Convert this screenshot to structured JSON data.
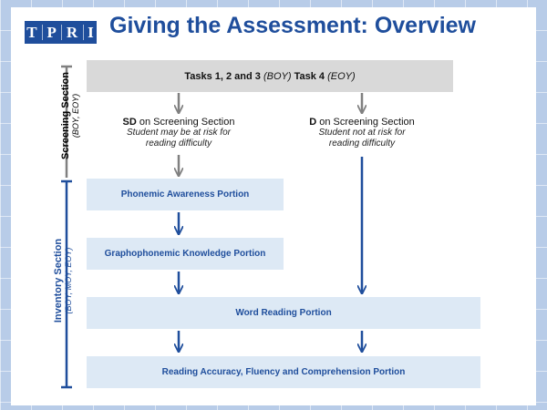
{
  "logo": {
    "letters": [
      "T",
      "P",
      "R",
      "I"
    ]
  },
  "title": "Giving the Assessment: Overview",
  "colors": {
    "accent": "#1f4e9c",
    "gray_arrow": "#808080",
    "blue_box": "#dde9f5",
    "gray_box": "#d9d9d9"
  },
  "screening": {
    "box_bold": "Tasks 1, 2 and 3",
    "box_boy": "(BOY)",
    "box_task4": "Task 4",
    "box_eoy": "(EOY)",
    "label": "Screening Section",
    "note": "(BOY, EOY)"
  },
  "branches": {
    "sd": {
      "code": "SD",
      "text": "on Screening Section",
      "line1": "Student may be at risk for",
      "line2": "reading difficulty"
    },
    "d": {
      "code": "D",
      "text": "on Screening Section",
      "line1": "Student not at risk for",
      "line2": "reading difficulty"
    }
  },
  "inventory": {
    "label": "Inventory Section",
    "note": "(BOY, MOY, EOY)",
    "portions": {
      "phonemic": "Phonemic Awareness Portion",
      "grapho": "Graphophonemic Knowledge Portion",
      "word": "Word Reading Portion",
      "reading": "Reading Accuracy, Fluency and Comprehension Portion"
    }
  }
}
